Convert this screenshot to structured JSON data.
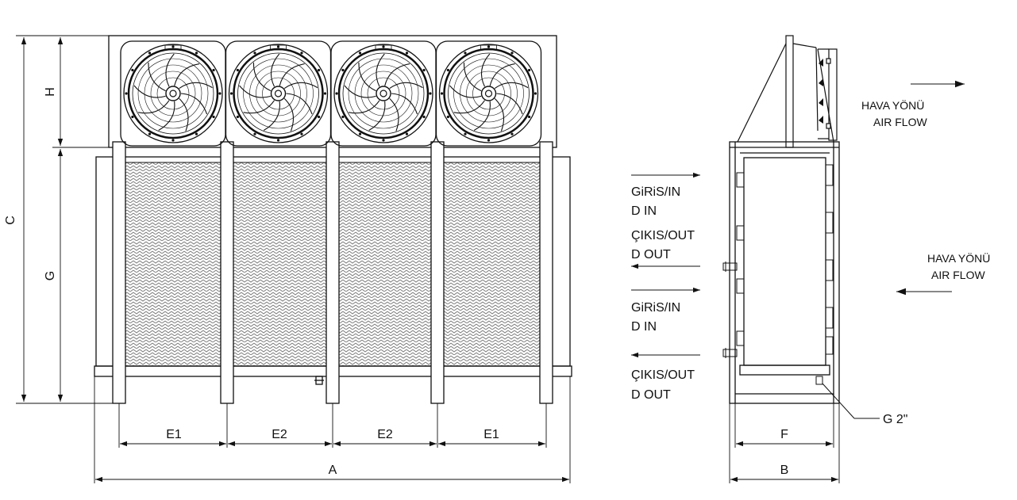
{
  "front_view": {
    "dimensions": {
      "A": "A",
      "C": "C",
      "H": "H",
      "G": "G",
      "spacing": [
        "E1",
        "E2",
        "E2",
        "E1"
      ]
    },
    "fan_count": 4
  },
  "side_view": {
    "dimensions": {
      "F": "F",
      "B": "B"
    },
    "connection_label": "G 2\"",
    "airflow_top": {
      "line1": "HAVA YÖNÜ",
      "line2": "AIR FLOW"
    },
    "airflow_right": {
      "line1": "HAVA YÖNÜ",
      "line2": "AIR FLOW"
    },
    "ports": [
      {
        "line1": "GiRiS/IN",
        "line2": "D IN"
      },
      {
        "line1": "ÇIKIS/OUT",
        "line2": "D OUT"
      },
      {
        "line1": "GiRiS/IN",
        "line2": "D IN"
      },
      {
        "line1": "ÇIKIS/OUT",
        "line2": "D OUT"
      }
    ]
  },
  "colors": {
    "line": "#111111",
    "fin": "#777777",
    "background": "#ffffff"
  }
}
